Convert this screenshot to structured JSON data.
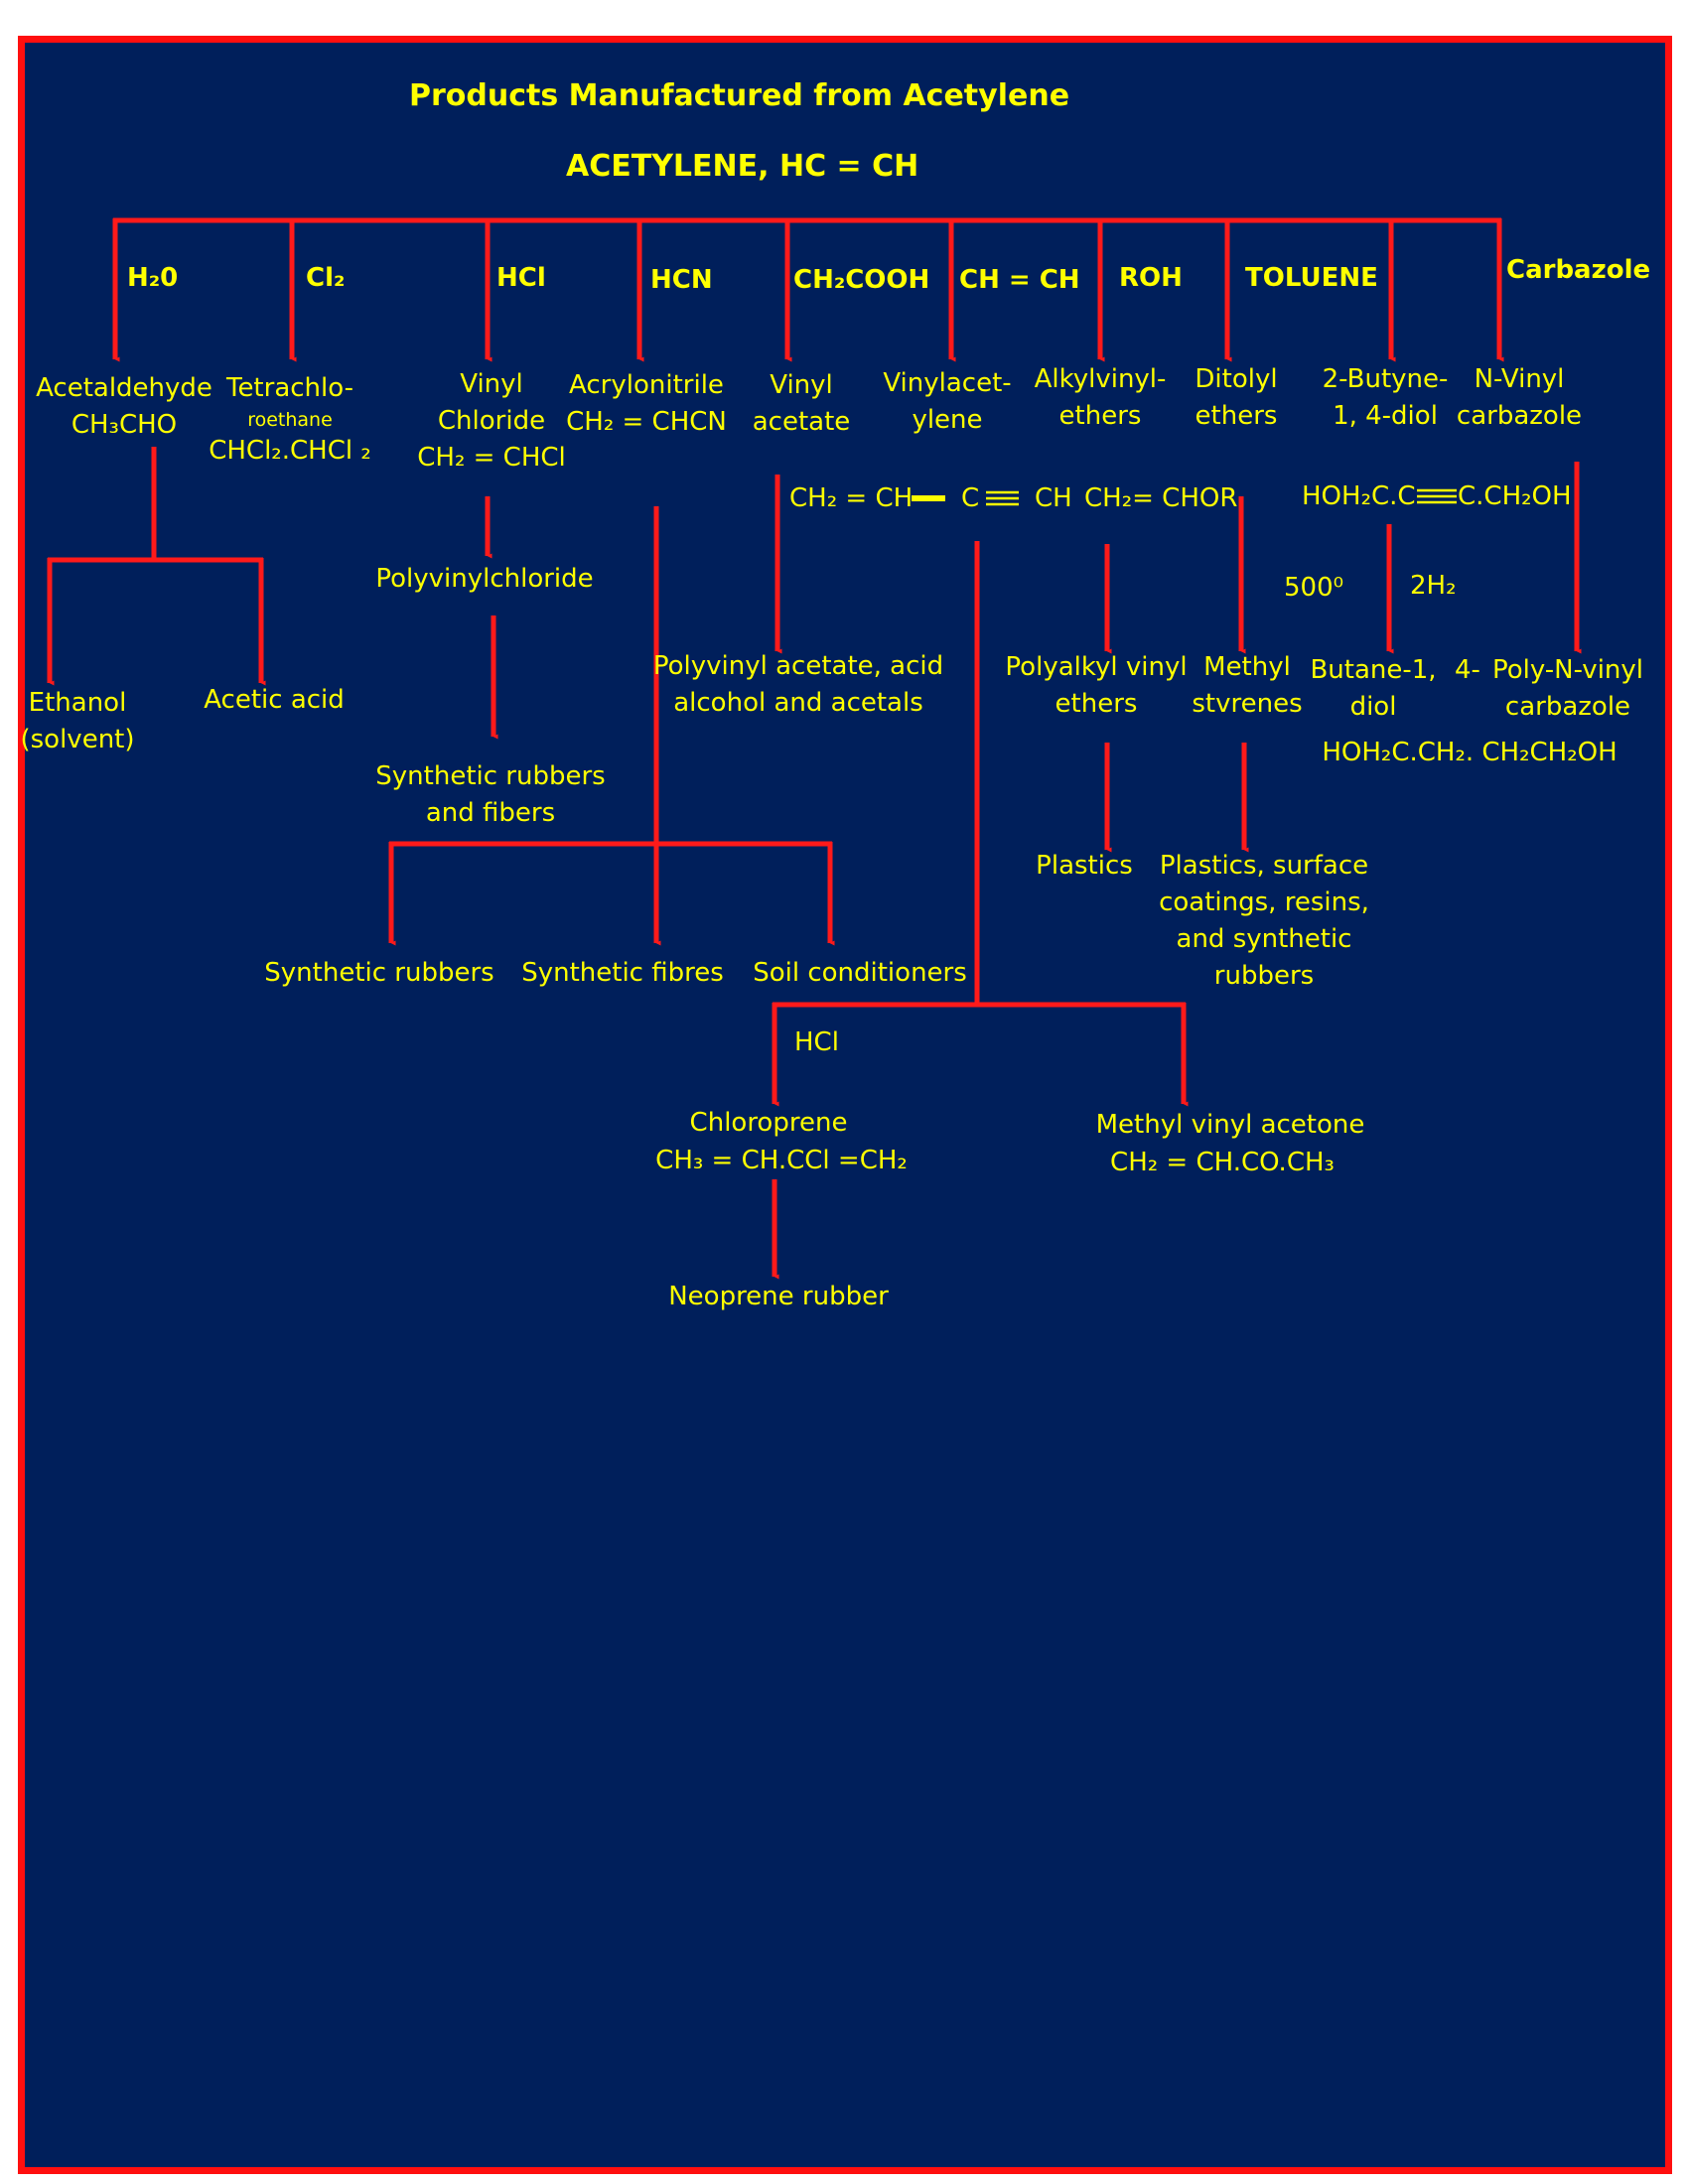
{
  "title": "Products  Manufactured from Acetylene",
  "subtitle": "ACETYLENE, HC = CH",
  "reagents": {
    "h2o": "H₂0",
    "cl2": "Cl₂",
    "hcl": "HCl",
    "hcn": "HCN",
    "ch2cooh": "CH₂COOH",
    "chch": "CH = CH",
    "roh": "ROH",
    "toluene": "TOLUENE",
    "carbazole": "Carbazole"
  },
  "products": {
    "acetaldehyde": {
      "name": "Acetaldehyde",
      "formula": "CH₃CHO"
    },
    "tetrachloroethane": {
      "name": "Tetrachlo-",
      "name2": "roethane",
      "formula": "CHCl₂.CHCl ₂"
    },
    "vinyl_chloride": {
      "name": "Vinyl",
      "name2": "Chloride",
      "formula": "CH₂  = CHCl"
    },
    "acrylonitrile": {
      "name": "Acrylonitrile",
      "formula": "CH₂ = CHCN"
    },
    "vinyl_acetate": {
      "name": "Vinyl",
      "name2": "acetate"
    },
    "vinylacetylene": {
      "name": "Vinylacet-",
      "name2": "ylene"
    },
    "alkylvinyl_ethers": {
      "name": "Alkylvinyl-",
      "name2": "ethers"
    },
    "ditolyl_ethers": {
      "name": "Ditolyl",
      "name2": "ethers"
    },
    "butynediol": {
      "name": "2-Butyne-",
      "name2": "1, 4-diol"
    },
    "n_vinyl_carbazole": {
      "name": "N-Vinyl",
      "name2": "carbazole"
    }
  },
  "formulas": {
    "vinylacetylene_left": "CH₂ = CH",
    "vinylacetylene_c": "C",
    "vinylacetylene_right": "CH",
    "alkylvinyl_ether": "CH₂= CHOR",
    "butynediol_left": "HOH₂C.C",
    "butynediol_right": "C.CH₂OH"
  },
  "conditions": {
    "temperature": "500⁰",
    "hydrogen": "2H₂",
    "hcl": "HCl"
  },
  "derived": {
    "ethanol": [
      "Ethanol",
      "(solvent)"
    ],
    "acetic_acid": "Acetic acid",
    "polyvinylchloride": "Polyvinylchloride",
    "synthetic_rubbers_fibers": [
      "Synthetic rubbers",
      "and fibers"
    ],
    "polyvinyl_acetate": [
      "Polyvinyl acetate, acid",
      "alcohol and acetals"
    ],
    "polyalkyl_vinyl_ethers": [
      "Polyalkyl vinyl",
      "ethers"
    ],
    "methyl_styrenes": [
      "Methyl",
      "stvrenes"
    ],
    "butanediol": [
      "Butane-1,",
      "diol"
    ],
    "butanediol_4": "4-",
    "butanediol_formula": "HOH₂C.CH₂. CH₂CH₂OH",
    "poly_n_vinyl_carbazole": [
      "Poly-N-vinyl",
      "carbazole"
    ],
    "plastics": "Plastics",
    "plastics_coatings": [
      "Plastics, surface",
      "coatings, resins,",
      "and synthetic",
      "rubbers"
    ],
    "synthetic_rubbers": "Synthetic rubbers",
    "synthetic_fibres": "Synthetic fibres",
    "soil_conditioners": "Soil conditioners",
    "chloroprene": "Chloroprene",
    "chloroprene_formula": "CH₃  =  CH.CCl =CH₂",
    "methyl_vinyl_acetone": "Methyl  vinyl  acetone",
    "methyl_vinyl_acetone_formula": "CH₂ = CH.CO.CH₃",
    "neoprene_rubber": "Neoprene rubber"
  },
  "colors": {
    "background": "#001f5b",
    "border": "#ff0f0f",
    "arrow": "#ff1a1a",
    "text": "#ffff00"
  }
}
